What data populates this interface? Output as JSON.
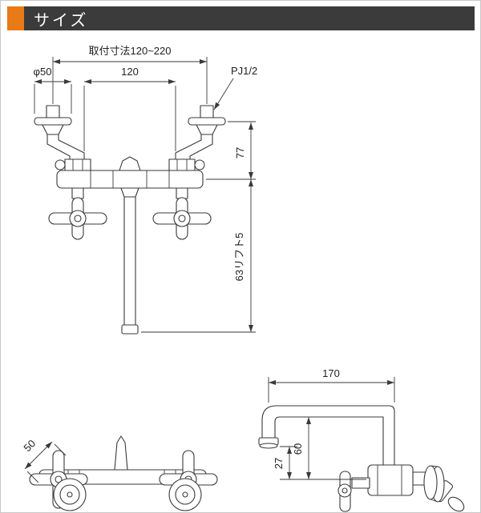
{
  "page": {
    "background": "#ffffff",
    "border_color": "#c9c9c9"
  },
  "header": {
    "title": "サイズ",
    "accent_color": "#e87a17",
    "bar_color": "#3b3b3b",
    "text_color": "#ffffff"
  },
  "drawing": {
    "line_color": "#3a3a3a",
    "front_view": {
      "labels": {
        "mount_pitch": "取付寸法120~220",
        "flange_diameter": "φ50",
        "inlet_pitch": "120",
        "thread_size": "PJ1/2",
        "inlet_to_center": "77",
        "spout_drop": "63リフト5"
      }
    },
    "plan_view": {
      "labels": {
        "depth": "50"
      }
    },
    "side_view": {
      "labels": {
        "spout_reach": "170",
        "spout_height": "60",
        "outlet_clearance": "27"
      }
    }
  }
}
